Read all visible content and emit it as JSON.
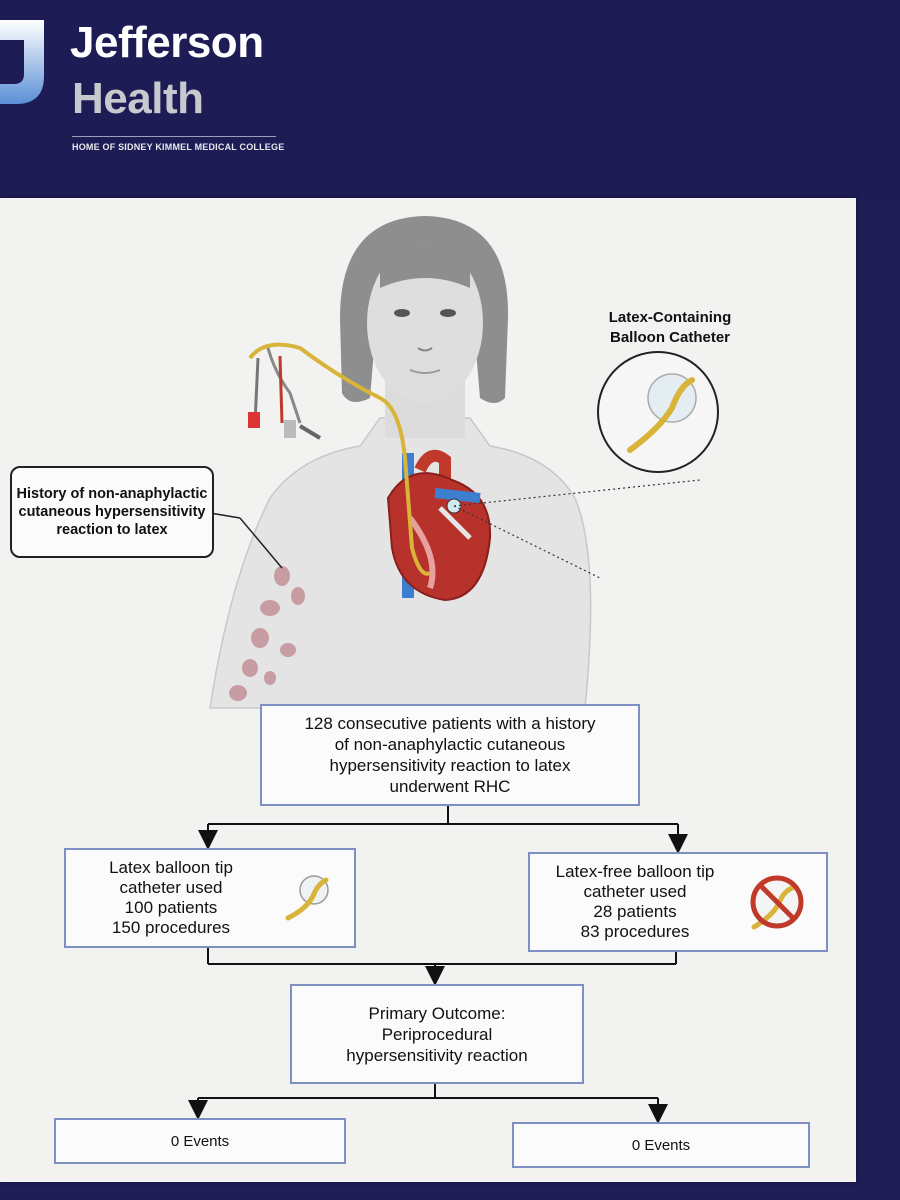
{
  "header": {
    "brand_line1": "Jefferson",
    "brand_line2": "Health",
    "tagline": "HOME OF SIDNEY KIMMEL MEDICAL COLLEGE",
    "colors": {
      "navy": "#1d1c55",
      "logo_blue": "#5b8fd6"
    }
  },
  "illustration": {
    "callout_text": "History of non-anaphylactic cutaneous hypersensitivity reaction to latex",
    "latex_label_line1": "Latex-Containing",
    "latex_label_line2": "Balloon Catheter"
  },
  "flowchart": {
    "top_box": [
      "128 consecutive patients with a history",
      "of non-anaphylactic cutaneous",
      "hypersensitivity reaction to latex",
      "underwent RHC"
    ],
    "left_box": [
      "Latex balloon tip",
      "catheter used",
      "100 patients",
      "150 procedures"
    ],
    "right_box": [
      "Latex-free balloon tip",
      "catheter used",
      "28 patients",
      "83 procedures"
    ],
    "middle_box": [
      "Primary Outcome:",
      "Periprocedural",
      "hypersensitivity reaction"
    ],
    "bottom_left": "0 Events",
    "bottom_right": "0 Events",
    "colors": {
      "box_border": "#7f8fc4",
      "catheter": "#d8b43a",
      "no_symbol": "#c0392b"
    }
  }
}
